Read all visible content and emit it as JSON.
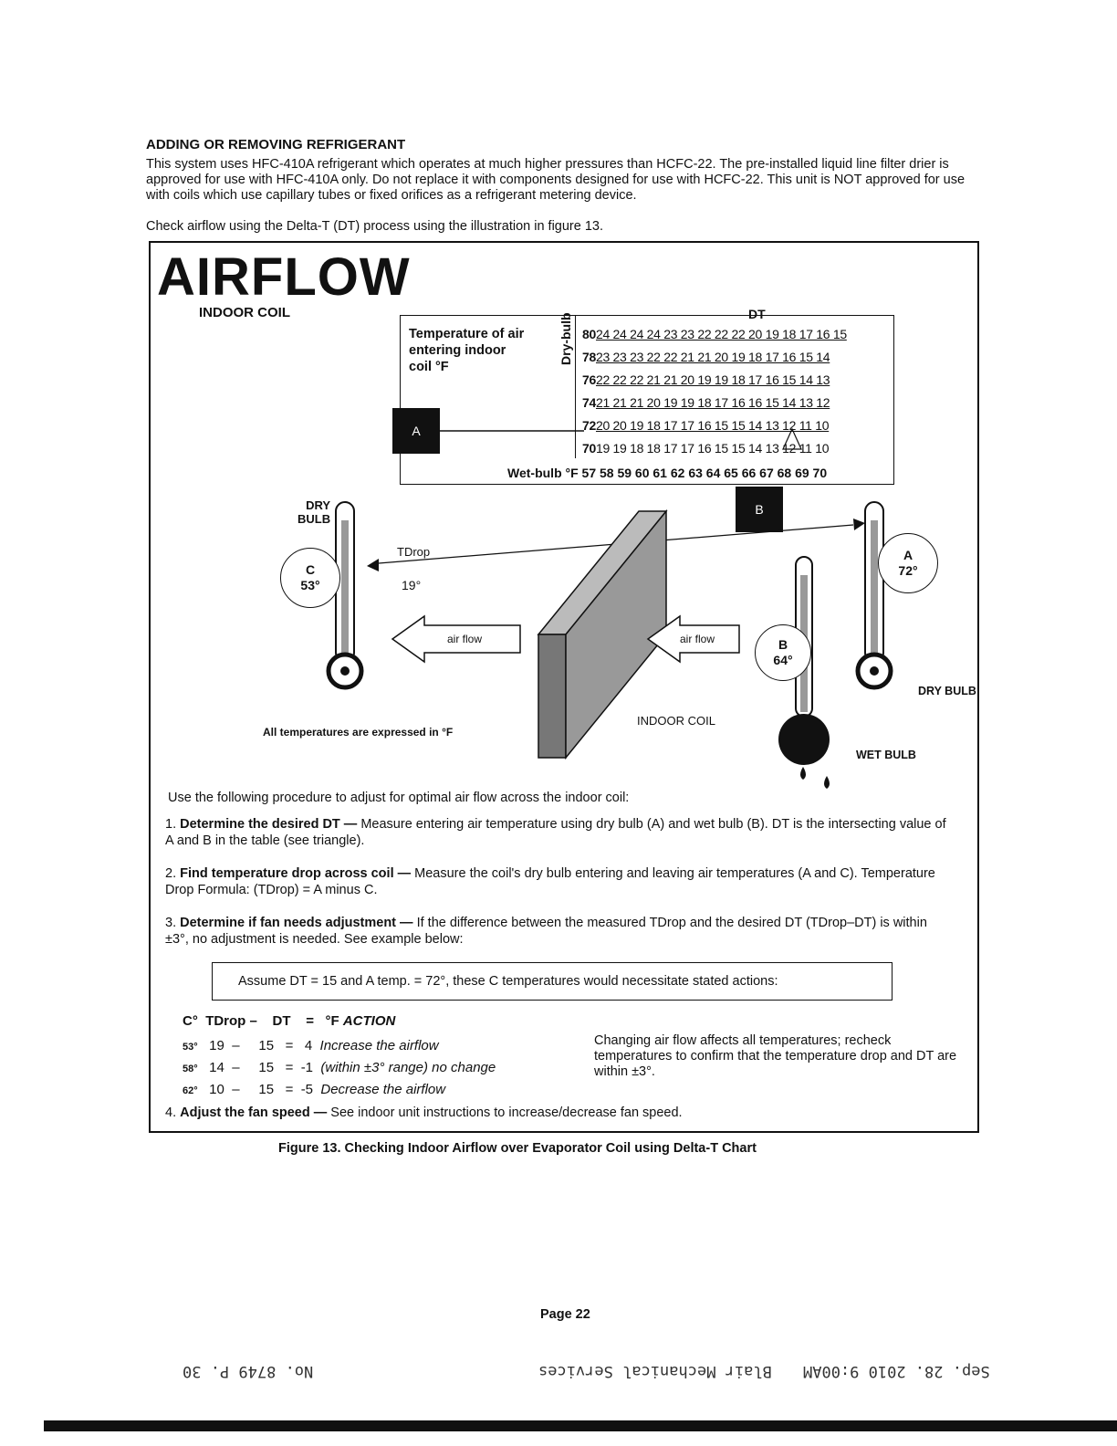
{
  "heading": "ADDING OR REMOVING REFRIGERANT",
  "intro": "This system uses HFC-410A refrigerant which operates at much higher pressures than HCFC-22. The pre-installed liquid line filter drier is approved for use with HFC-410A only. Do not replace it with components designed for use with HCFC-22. This unit is NOT approved for use with coils which use capillary tubes or fixed orifices as a refrigerant metering device.",
  "check_text": "Check airflow using the Delta-T (DT) process using the illustration in figure 13.",
  "figure": {
    "title": "AIRFLOW",
    "indoor_coil_label": "INDOOR COIL",
    "temp_label_1": "Temperature of air",
    "temp_label_2": "entering indoor",
    "temp_label_3": "coil °F",
    "dry_bulb_vertical": "Dry-bulb",
    "dt_header": "DT",
    "rows": [
      {
        "key": "80",
        "vals": "24 24 24 24 23 23 22 22 22 20 19 18 17 16 15"
      },
      {
        "key": "78",
        "vals": "23 23 23 22 22 21 21 20 19 18 17 16 15 14"
      },
      {
        "key": "76",
        "vals": "22 22 22 21 21 20 19 19 18 17 16 15 14 13"
      },
      {
        "key": "74",
        "vals": "21 21 21 20 19 19 18 17 16 16 15 14 13 12"
      },
      {
        "key": "72",
        "vals": "20 20 19 18 17 17 16 15 15 14 13 12 11 10"
      },
      {
        "key": "70",
        "vals": "19 19 18 18 17 17 16 15 15 14 13 12 11 10"
      }
    ],
    "wet_bulb_row": "Wet-bulb °F  57 58 59 60 61 62 63 64 65 66 67 68 69 70",
    "box_a": "A",
    "box_b": "B",
    "dry_bulb_left": "DRY",
    "bulb_left": "BULB",
    "circle_c_letter": "C",
    "circle_c_temp": "53°",
    "tdrop_label": "TDrop",
    "tdrop_value": "19°",
    "air_flow_left": "air flow",
    "air_flow_right": "air flow",
    "circle_a_letter": "A",
    "circle_a_temp": "72°",
    "circle_b_letter": "B",
    "circle_b_temp": "64°",
    "dry_bulb_right": "DRY BULB",
    "indoor_coil_center": "INDOOR COIL",
    "wet_bulb": "WET BULB",
    "all_temps": "All temperatures are expressed in °F"
  },
  "procedure_intro": "Use the following procedure to adjust for optimal air flow across the indoor coil:",
  "steps": [
    {
      "num": "1.",
      "bold": "Determine the desired DT —",
      "text": " Measure entering air temperature using dry bulb (A) and wet bulb (B). DT is the intersecting value of A and B in the table (see triangle)."
    },
    {
      "num": "2.",
      "bold": "Find temperature drop across coil —",
      "text": " Measure the coil's dry bulb entering and leaving air temperatures (A and C). Temperature Drop Formula: (TDrop) = A minus C."
    },
    {
      "num": "3.",
      "bold": "Determine if fan needs adjustment —",
      "text": " If the difference between the measured TDrop and the desired DT (TDrop–DT) is within ±3°, no adjustment is needed. See example below:"
    },
    {
      "num": "4.",
      "bold": "Adjust the fan speed —",
      "text": " See indoor unit instructions to increase/decrease fan speed."
    }
  ],
  "assume": "Assume DT = 15 and A temp. = 72°, these C temperatures would necessitate stated actions:",
  "table_header": {
    "c": "C°",
    "tdrop": "TDrop –",
    "dt": "DT",
    "eq": "=",
    "f": "°F",
    "action": "ACTION"
  },
  "table_rows": [
    {
      "c": "53°",
      "tdrop": "19",
      "dash": "–",
      "dt": "15",
      "eq": "=",
      "f": "4",
      "action": "Increase the airflow"
    },
    {
      "c": "58°",
      "tdrop": "14",
      "dash": "–",
      "dt": "15",
      "eq": "=",
      "f": "-1",
      "action": "(within ±3° range) no change"
    },
    {
      "c": "62°",
      "tdrop": "10",
      "dash": "–",
      "dt": "15",
      "eq": "=",
      "f": "-5",
      "action": "Decrease the airflow"
    }
  ],
  "note": "Changing air flow affects all temperatures; recheck temperatures to confirm that the temperature drop and DT are within ±3°.",
  "caption": "Figure 13. Checking Indoor Airflow over Evaporator Coil using Delta-T Chart",
  "page": "Page 22",
  "fax_left": "No. 8749   P. 30",
  "fax_mid": "Blair Mechanical Services",
  "fax_right": "Sep. 28. 2010  9:00AM"
}
